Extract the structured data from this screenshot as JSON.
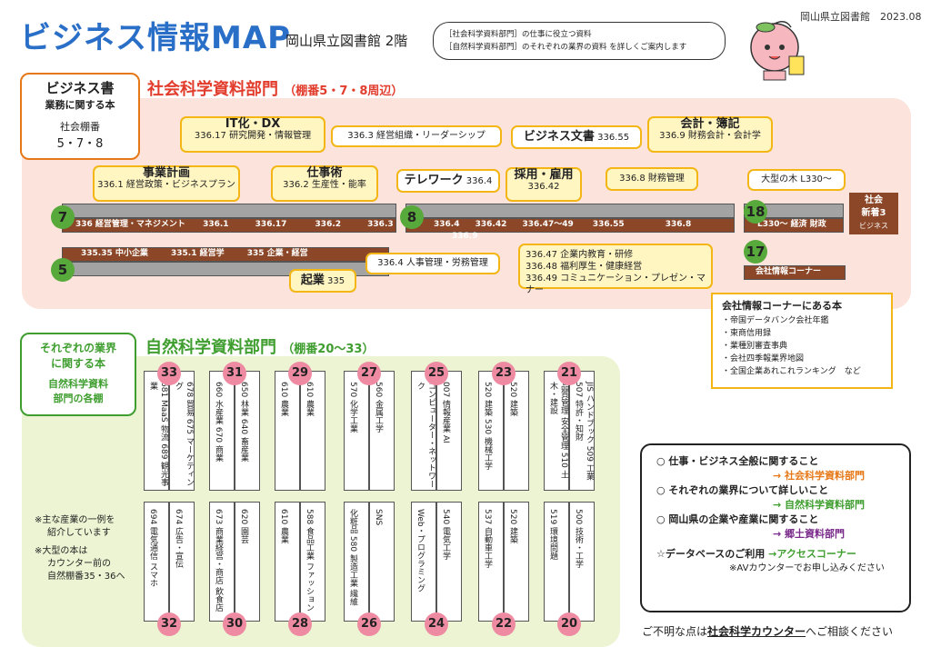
{
  "header": {
    "title": "ビジネス情報MAP",
    "subtitle": "岡山県立図書館 2階",
    "date_label": "岡山県立図書館　2023.08",
    "bubble_line1": "［社会科学資料部門］の仕事に役立つ資料",
    "bubble_line2": "［自然科学資料部門］のそれぞれの業界の資料 を詳しくご案内します"
  },
  "social": {
    "label_title": "ビジネス書",
    "label_sub": "業務に関する本",
    "label_shelf": "社会棚番",
    "label_nums": "5・7・8",
    "section_title": "社会科学資料部門",
    "section_shelves": "（棚番5・7・8周辺）",
    "boxes": {
      "it_h": "IT化・DX",
      "it_s": "336.17 研究開発・情報管理",
      "org": "336.3 経営組織・リーダーシップ",
      "bizdoc_h": "ビジネス文書",
      "bizdoc_n": "336.55",
      "acct_h": "会計・簿記",
      "acct_s": "336.9 財務会計・会計学",
      "plan_h": "事業計画",
      "plan_s": "336.1 経営政策・ビジネスプラン",
      "work_h": "仕事術",
      "work_s": "336.2 生産性・能率",
      "tele_h": "テレワーク",
      "tele_n": "336.4",
      "hire_h": "採用・雇用",
      "hire_n": "336.42",
      "asset": "336.8 財務管理",
      "big": "大型の木 L330～",
      "hr": "336.4 人事管理・労務管理",
      "startup_h": "起業",
      "startup_n": "335",
      "edu1": "336.47 企業内教育・研修",
      "edu2": "336.48 福利厚生・健康経営",
      "edu3": "336.49 コミュニケーション・プレゼン・マナー"
    },
    "shelf7": {
      "num": "7",
      "label": "336 経営管理・マネジメント",
      "t1": "336.1",
      "t2": "336.17",
      "t3": "336.2",
      "t4": "336.3"
    },
    "shelf5": {
      "num": "5",
      "label1": "335.35 中小企業",
      "label2": "335.1 経営学",
      "label3": "335 企業・経営"
    },
    "shelf8": {
      "num": "8",
      "t1": "336.4",
      "t2": "336.42",
      "t3": "336.47～49",
      "t4": "336.55",
      "t5": "336.8",
      "t6": "336.9"
    },
    "shelf18": {
      "num": "18",
      "label": "L330～ 経済 財政"
    },
    "shelf17": {
      "num": "17",
      "label": "会社情報コーナー"
    },
    "newbook": {
      "line1": "社会",
      "line2": "新着3",
      "line3": "ビジネス"
    },
    "corner": {
      "title": "会社情報コーナーにある本",
      "items": [
        "・帝国データバンク会社年鑑",
        "・東商信用録",
        "・業種別審査事典",
        "・会社四季報業界地図",
        "・全国企業あれこれランキング　など"
      ]
    }
  },
  "natural": {
    "label_title": "それぞれの業界",
    "label_sub": "に関する本",
    "label_l1": "自然科学資料",
    "label_l2": "部門の各棚",
    "section_title": "自然科学資料部門",
    "section_shelves": "（棚番20～33）",
    "note1": "※主な産業の一例を",
    "note1b": "紹介しています",
    "note2": "※大型の本は",
    "note2b": "カウンター前の",
    "note2c": "自然棚番35・36へ",
    "cases": [
      {
        "top": "33",
        "bottom": "32",
        "a": "681 MaaS 物流 689 観光事業",
        "b": "678 貿易 675 マーケティング",
        "c": "694 電気通信 スマホ",
        "d": "674 広告・宣伝"
      },
      {
        "top": "31",
        "bottom": "30",
        "a": "660 水産業 670 商業",
        "b": "650 林業 640 畜産業",
        "c": "673 商業経営・商店 飲食店",
        "d": "620 園芸"
      },
      {
        "top": "29",
        "bottom": "28",
        "a": "610 農業",
        "b": "610 農業",
        "c": "610 農業",
        "d": "588 食品工業 ファッション"
      },
      {
        "top": "27",
        "bottom": "26",
        "a": "570 化学工業",
        "b": "560 金属工学",
        "c": "化粧品 580 製造工業 繊維",
        "d": "SNS"
      },
      {
        "top": "25",
        "bottom": "24",
        "a": "コンピューター・ネットワーク",
        "b": "007 情報産業 AI",
        "c": "Web・プログラミング",
        "d": "540 電気工学"
      },
      {
        "top": "23",
        "bottom": "22",
        "a": "520 建築 530 機械工学",
        "b": "520 建築",
        "c": "537 自動車工学",
        "d": "520 建築"
      },
      {
        "top": "21",
        "bottom": "20",
        "a": "品質管理 安全管理 510 土木・建設",
        "b": "JIS ハンドブック 509 工業 507 特許・知財",
        "c": "519 環境問題",
        "d": "500 技術・工学"
      }
    ]
  },
  "guide": {
    "l1": "○ 仕事・ビジネス全般に関すること",
    "l1a": "→ 社会科学資料部門",
    "l2": "○ それぞれの業界について詳しいこと",
    "l2a": "→ 自然科学資料部門",
    "l3": "○ 岡山県の企業や産業に関すること",
    "l3a": "→ 郷土資料部門",
    "l4": "☆データベースのご利用",
    "l4a": "→アクセスコーナー",
    "l5": "※AVカウンターでお申し込みください"
  },
  "footer": {
    "pre": "ご不明な点は",
    "strong": "社会科学カウンター",
    "post": "へご相談ください"
  },
  "colors": {
    "title": "#2a6fc7",
    "orange": "#e67817",
    "green": "#3f9e2f",
    "brown": "#8b4727",
    "pink": "#fce3db"
  }
}
